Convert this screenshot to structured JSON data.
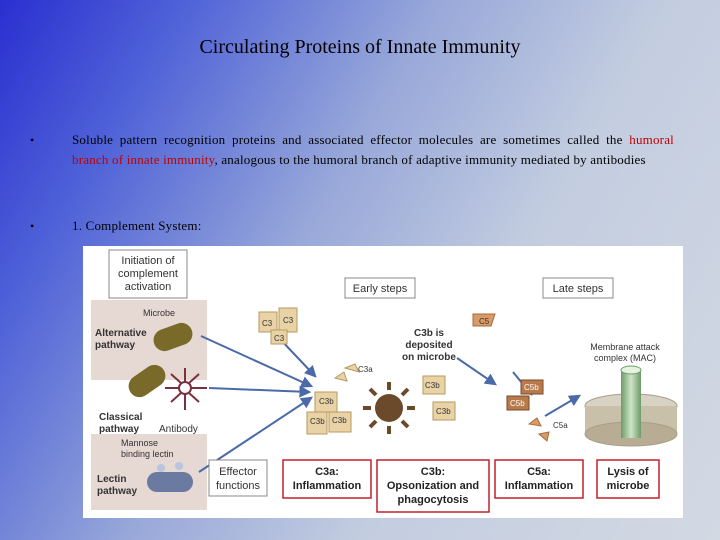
{
  "slide": {
    "title": "Circulating Proteins of Innate Immunity",
    "bullet1_prefix": "Soluble pattern recognition proteins and associated effector molecules are sometimes called the ",
    "bullet1_highlight": "humoral branch of innate immunity",
    "bullet1_suffix": ", analogous to the humoral branch of adaptive immunity mediated by antibodies",
    "bullet2": "1. Complement System:"
  },
  "figure": {
    "initiation": [
      "Initiation of",
      "complement",
      "activation"
    ],
    "early_steps": "Early steps",
    "late_steps": "Late steps",
    "microbe": "Microbe",
    "alternative": [
      "Alternative",
      "pathway"
    ],
    "classical": [
      "Classical",
      "pathway"
    ],
    "antibody": "Antibody",
    "mannose": [
      "Mannose",
      "binding lectin"
    ],
    "lectin": [
      "Lectin",
      "pathway"
    ],
    "effector": [
      "Effector",
      "functions"
    ],
    "c3": "C3",
    "c3a": "C3a",
    "c3b": "C3b",
    "c5": "C5",
    "c5a": "C5a",
    "c5b": "C5b",
    "c3b_deposited": [
      "C3b is",
      "deposited",
      "on microbe"
    ],
    "mac": [
      "Membrane attack",
      "complex (MAC)"
    ],
    "box1": [
      "C3a:",
      "Inflammation"
    ],
    "box2": [
      "C3b:",
      "Opsonization and",
      "phagocytosis"
    ],
    "box3": [
      "C5a:",
      "Inflammation"
    ],
    "box4": [
      "Lysis of",
      "microbe"
    ]
  },
  "colors": {
    "highlight": "#c00000",
    "complement_tan": "#e8d2a6",
    "microbe_brown": "#7a6a2a",
    "mac_green": "#9fc49a",
    "box_border": "#c0202a"
  }
}
